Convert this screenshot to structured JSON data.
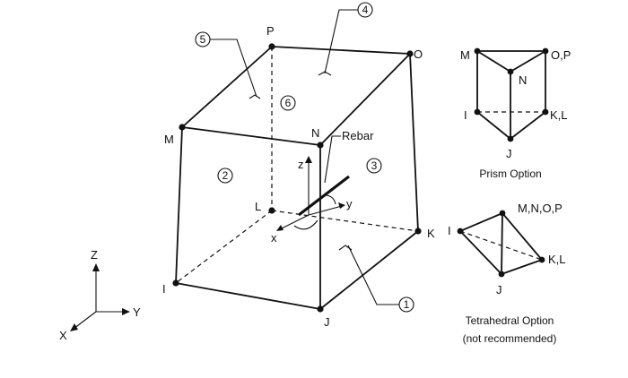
{
  "colors": {
    "ink": "#111111",
    "background": "#ffffff"
  },
  "main_element": {
    "nodes": {
      "I": "I",
      "J": "J",
      "K": "K",
      "L": "L",
      "M": "M",
      "N": "N",
      "O": "O",
      "P": "P"
    },
    "faces": [
      "1",
      "2",
      "3",
      "4",
      "5",
      "6"
    ],
    "rebar_label": "Rebar",
    "local_axes": {
      "x": "x",
      "y": "y",
      "z": "z"
    }
  },
  "global_axes": {
    "x": "X",
    "y": "Y",
    "z": "Z"
  },
  "prism": {
    "labels": {
      "m": "M",
      "op": "O,P",
      "n": "N",
      "i": "I",
      "kl": "K,L",
      "j": "J"
    },
    "caption": "Prism Option"
  },
  "tetrahedral": {
    "labels": {
      "mnop": "M,N,O,P",
      "i": "I",
      "kl": "K,L",
      "j": "J"
    },
    "caption_line1": "Tetrahedral Option",
    "caption_line2": "(not recommended)"
  }
}
